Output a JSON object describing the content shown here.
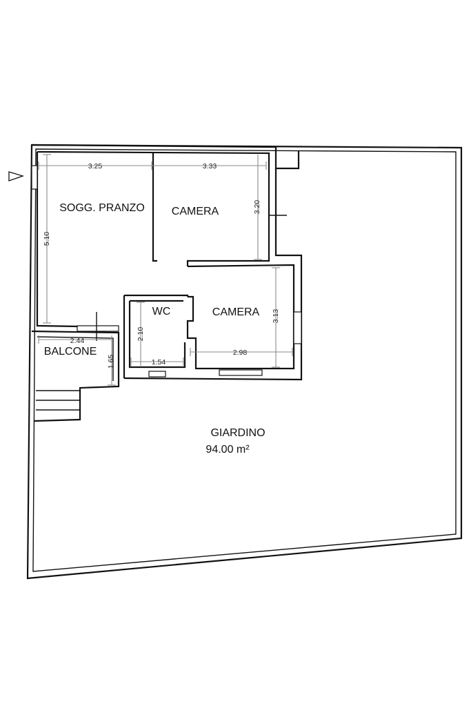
{
  "rooms": {
    "soggiorno": "SOGG. PRANZO",
    "camera1": "CAMERA",
    "camera2": "CAMERA",
    "wc": "WC",
    "balcone": "BALCONE",
    "giardino": "GIARDINO",
    "giardino_area": "94.00 m²"
  },
  "dimensions": {
    "sogg_width": "3.25",
    "camera1_width": "3.33",
    "camera1_height": "3.20",
    "sogg_height": "5.10",
    "camera2_height": "3.13",
    "camera2_width": "2.98",
    "wc_height": "2.10",
    "wc_width": "1.54",
    "balcone_width": "2.44",
    "balcone_height": "1.65"
  },
  "north_arrow": "triangle-arrow-icon"
}
